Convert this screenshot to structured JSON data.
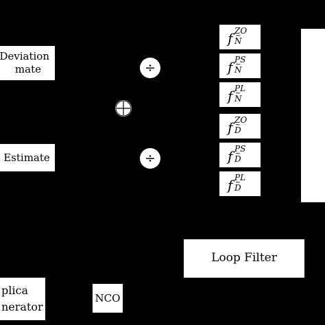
{
  "blocks": {
    "deviation_estimate_line1": "Deviation",
    "deviation_estimate_line2": "mate",
    "estimate": "Estimate",
    "loop_filter": "Loop Filter",
    "nco": "NCO",
    "replica_line1": "plica",
    "replica_line2": "nerator"
  },
  "operators": {
    "divide_top": "÷",
    "sum": "⊕",
    "divide_bottom": "÷"
  },
  "filters": [
    {
      "base": "f",
      "sup": "ZO",
      "sub": "N"
    },
    {
      "base": "f",
      "sup": "PS",
      "sub": "N"
    },
    {
      "base": "f",
      "sup": "PL",
      "sub": "N"
    },
    {
      "base": "f",
      "sup": "ZO",
      "sub": "D"
    },
    {
      "base": "f",
      "sup": "PS",
      "sub": "D"
    },
    {
      "base": "f",
      "sup": "PL",
      "sub": "D"
    }
  ],
  "tilde": "~"
}
